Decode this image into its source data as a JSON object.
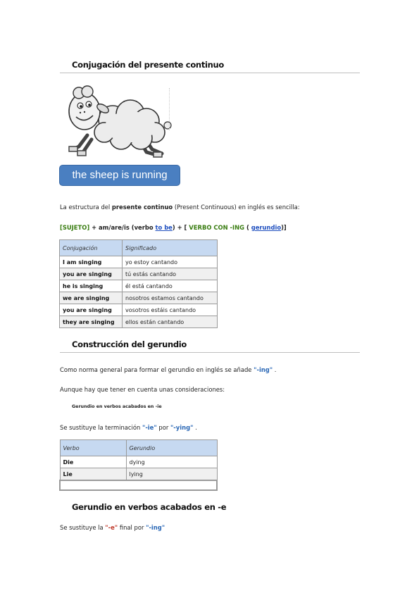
{
  "section1": {
    "title": "Conjugación del presente continuo",
    "banner": "the sheep is running",
    "intro": {
      "pre": "La estructura del ",
      "bold": "presente continuo",
      "post": " (Present Continuous) en inglés es sencilla:"
    },
    "formula": {
      "subject": "[SUJETO]",
      "mid1": " + am/are/is (verbo ",
      "link1": "to be",
      "mid2": ") + [ ",
      "verb": "VERBO CON -ING",
      "mid3": " ( ",
      "link2": "gerundio",
      "end": ")]"
    },
    "table": {
      "headers": [
        "Conjugación",
        "Significado"
      ],
      "rows": [
        [
          "I am singing",
          "yo estoy cantando"
        ],
        [
          "you are singing",
          "tú estás cantando"
        ],
        [
          "he is singing",
          "él está cantando"
        ],
        [
          "we are singing",
          "nosotros estamos cantando"
        ],
        [
          "you are singing",
          "vosotros estáis cantando"
        ],
        [
          "they are singing",
          "ellos están cantando"
        ]
      ]
    }
  },
  "section2": {
    "title": "Construcción del gerundio",
    "p1_pre": "Como norma general para formar el gerundio en inglés se añade ",
    "p1_q": "\"-ing\"",
    "p1_post": " .",
    "p2": "Aunque hay que tener en cuenta unas consideraciones:",
    "subhead": "Gerundio en verbos acabados en -ie",
    "p3_pre": "Se sustituye la terminación ",
    "p3_q1": "\"-ie\"",
    "p3_mid": " por ",
    "p3_q2": "\"-ying\"",
    "p3_post": " .",
    "table": {
      "headers": [
        "Verbo",
        "Gerundio"
      ],
      "rows": [
        [
          "Die",
          "dying"
        ],
        [
          "Lie",
          "lying"
        ],
        [
          "",
          ""
        ]
      ]
    }
  },
  "section3": {
    "title": "Gerundio en verbos acabados en -e",
    "p_pre": "Se sustituye la ",
    "p_q1": "\"-e\"",
    "p_mid": " final por ",
    "p_q2": "\"-ing\""
  }
}
